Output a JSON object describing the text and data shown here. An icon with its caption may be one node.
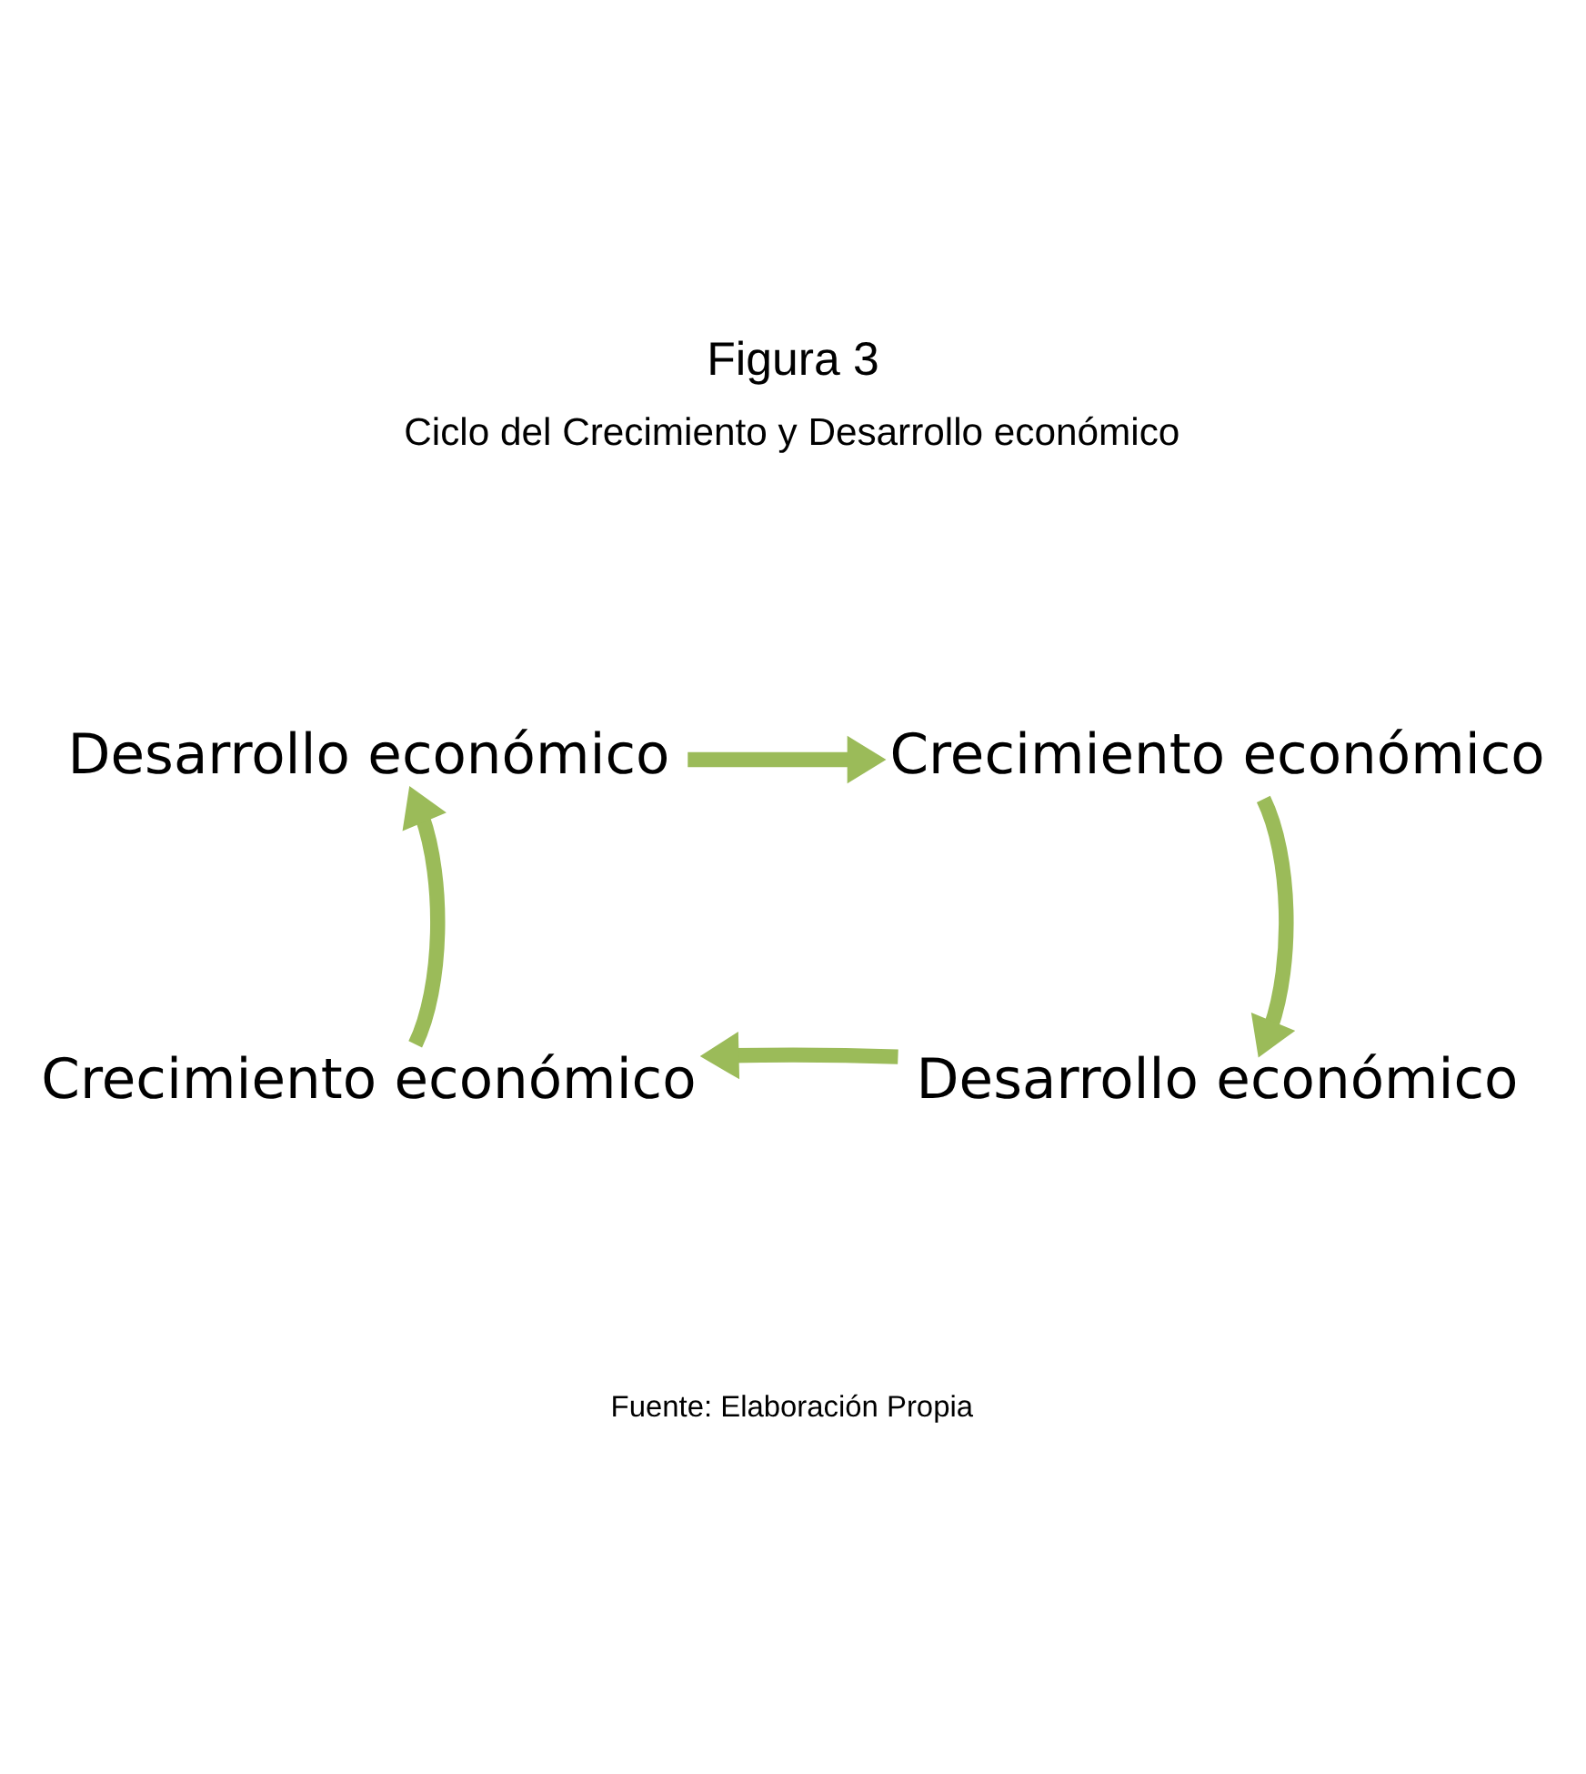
{
  "diagram": {
    "title": "Figura 3",
    "nodes": [
      {
        "text": [
          "Desarrollo económico"
        ]
      },
      {
        "text": [
          "Crecimiento económico"
        ]
      },
      {
        "text": [
          "Desarrollo económico"
        ]
      },
      {
        "text": [
          "Crecimiento económico"
        ]
      }
    ],
    "edges": [
      {
        "from": 0,
        "to": 1,
        "arrow": "to"
      },
      {
        "from": 1,
        "to": 2,
        "arrow": "to"
      },
      {
        "from": 2,
        "to": 3,
        "arrow": "to"
      },
      {
        "from": 3,
        "to": 0,
        "arrow": "to"
      }
    ],
    "labels": [
      "Ciclo del Crecimiento y Desarrollo económico",
      "Fuente: Elaboración Propia"
    ]
  }
}
